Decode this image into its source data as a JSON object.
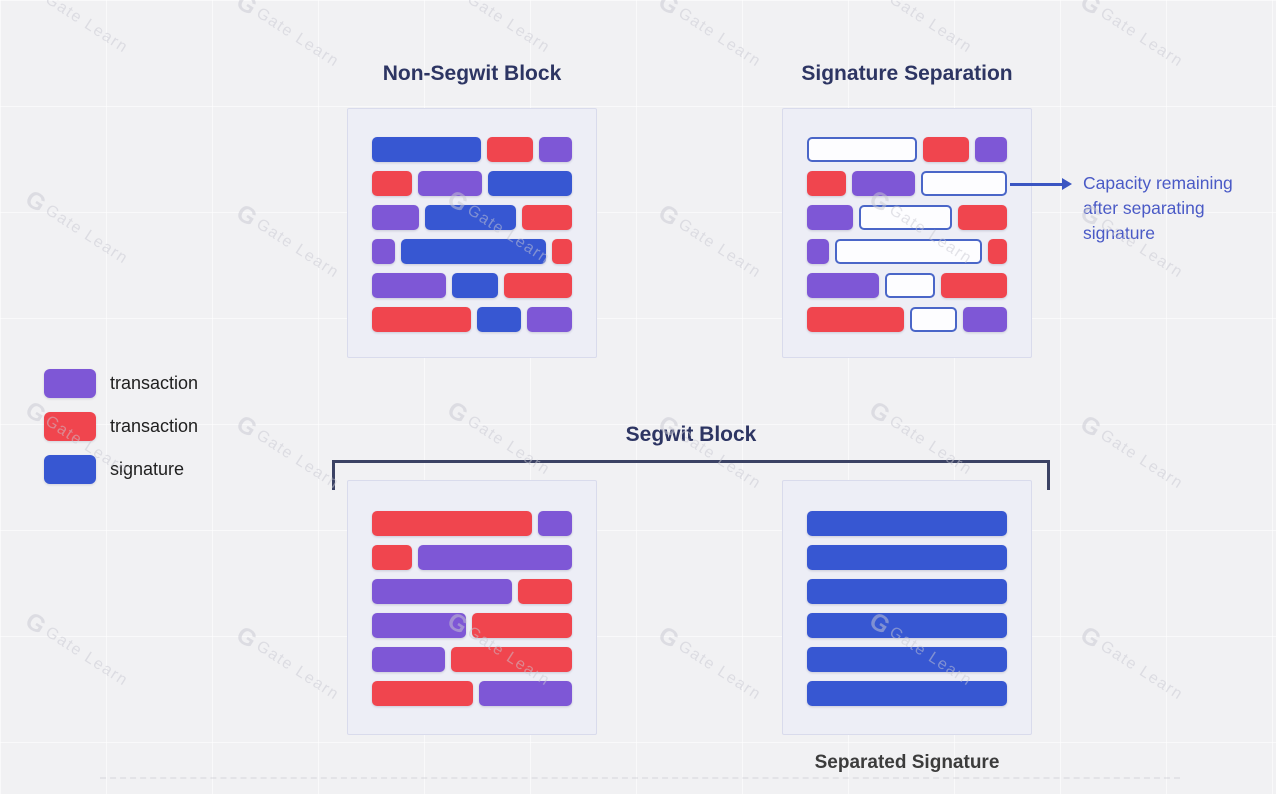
{
  "colors": {
    "canvas_bg": "#F1F1F3",
    "panel_bg": "#EDEEF6",
    "panel_border": "#D9DBEC",
    "purple": "#7E57D6",
    "red": "#F0454E",
    "blue": "#3757D2",
    "empty_fill": "#FDFDFF",
    "empty_border": "#4A66C8",
    "title_text": "#2D3563",
    "annotation_text": "#4A5AC6",
    "arrow": "#3A55C2",
    "legend_text": "#202020",
    "caption_text": "#3C3C3C",
    "bracket": "#3B4264",
    "watermark": "#C9C9D2"
  },
  "titles": {
    "non_segwit": "Non-Segwit Block",
    "signature_separation": "Signature Separation",
    "segwit": "Segwit Block"
  },
  "captions": {
    "separated_signature": "Separated Signature"
  },
  "annotation": {
    "text": "Capacity remaining after separating signature"
  },
  "legend": [
    {
      "color": "purple",
      "label": "transaction"
    },
    {
      "color": "red",
      "label": "transaction"
    },
    {
      "color": "blue",
      "label": "signature"
    }
  ],
  "watermark": {
    "glyph": "G",
    "text": "Gate Learn"
  },
  "blocks": {
    "non_segwit": {
      "rows": [
        [
          {
            "c": "blue",
            "w": 112
          },
          {
            "c": "red",
            "w": 48
          },
          {
            "c": "purple",
            "w": 34
          }
        ],
        [
          {
            "c": "red",
            "w": 41
          },
          {
            "c": "purple",
            "w": 66
          },
          {
            "c": "blue",
            "w": 86
          }
        ],
        [
          {
            "c": "purple",
            "w": 47
          },
          {
            "c": "blue",
            "w": 90
          },
          {
            "c": "red",
            "w": 50
          }
        ],
        [
          {
            "c": "purple",
            "w": 23
          },
          {
            "c": "blue",
            "w": 149
          },
          {
            "c": "red",
            "w": 20
          }
        ],
        [
          {
            "c": "purple",
            "w": 75
          },
          {
            "c": "blue",
            "w": 47
          },
          {
            "c": "red",
            "w": 69
          }
        ],
        [
          {
            "c": "red",
            "w": 102
          },
          {
            "c": "blue",
            "w": 45
          },
          {
            "c": "purple",
            "w": 46
          }
        ]
      ]
    },
    "signature_separation": {
      "rows": [
        [
          {
            "c": "empty",
            "w": 112
          },
          {
            "c": "red",
            "w": 48
          },
          {
            "c": "purple",
            "w": 34
          }
        ],
        [
          {
            "c": "red",
            "w": 41
          },
          {
            "c": "purple",
            "w": 66
          },
          {
            "c": "empty",
            "w": 86
          }
        ],
        [
          {
            "c": "purple",
            "w": 47
          },
          {
            "c": "empty",
            "w": 90
          },
          {
            "c": "red",
            "w": 50
          }
        ],
        [
          {
            "c": "purple",
            "w": 23
          },
          {
            "c": "empty",
            "w": 149
          },
          {
            "c": "red",
            "w": 20
          }
        ],
        [
          {
            "c": "purple",
            "w": 75
          },
          {
            "c": "empty",
            "w": 47
          },
          {
            "c": "red",
            "w": 69
          }
        ],
        [
          {
            "c": "red",
            "w": 102
          },
          {
            "c": "empty",
            "w": 45
          },
          {
            "c": "purple",
            "w": 46
          }
        ]
      ]
    },
    "segwit_transactions": {
      "rows": [
        [
          {
            "c": "red",
            "w": 167
          },
          {
            "c": "purple",
            "w": 36
          }
        ],
        [
          {
            "c": "red",
            "w": 41
          },
          {
            "c": "purple",
            "w": 159
          }
        ],
        [
          {
            "c": "purple",
            "w": 147
          },
          {
            "c": "red",
            "w": 56
          }
        ],
        [
          {
            "c": "purple",
            "w": 96
          },
          {
            "c": "red",
            "w": 103
          }
        ],
        [
          {
            "c": "purple",
            "w": 76
          },
          {
            "c": "red",
            "w": 126
          }
        ],
        [
          {
            "c": "red",
            "w": 105
          },
          {
            "c": "purple",
            "w": 97
          }
        ]
      ]
    },
    "separated_signature": {
      "rows": [
        [
          {
            "c": "blue",
            "w": 1
          }
        ],
        [
          {
            "c": "blue",
            "w": 1
          }
        ],
        [
          {
            "c": "blue",
            "w": 1
          }
        ],
        [
          {
            "c": "blue",
            "w": 1
          }
        ],
        [
          {
            "c": "blue",
            "w": 1
          }
        ],
        [
          {
            "c": "blue",
            "w": 1
          }
        ]
      ]
    }
  }
}
